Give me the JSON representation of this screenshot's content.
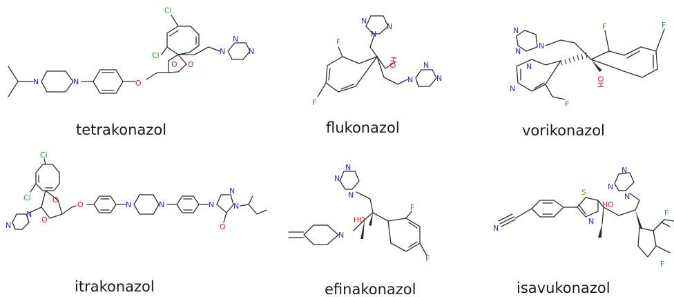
{
  "molecules": [
    {
      "name": "tetrakonazol"
    },
    {
      "name": "flukonazol"
    },
    {
      "name": "vorikonazol"
    },
    {
      "name": "itrakonazol"
    },
    {
      "name": "efinakonazol"
    },
    {
      "name": "isavukonazol"
    }
  ],
  "atom_labels": {
    "N": "N",
    "O": "O",
    "S": "S",
    "Cl": "Cl",
    "F": "F",
    "HO": "HO",
    "OH": "OH"
  },
  "colors": {
    "nitrogen": "#2b2bd0",
    "oxygen": "#d02020",
    "chlorine": "#2e9a2e",
    "fluorine": "#2e9a2e",
    "sulfur": "#a08a00",
    "bond": "#2b2b2b"
  }
}
